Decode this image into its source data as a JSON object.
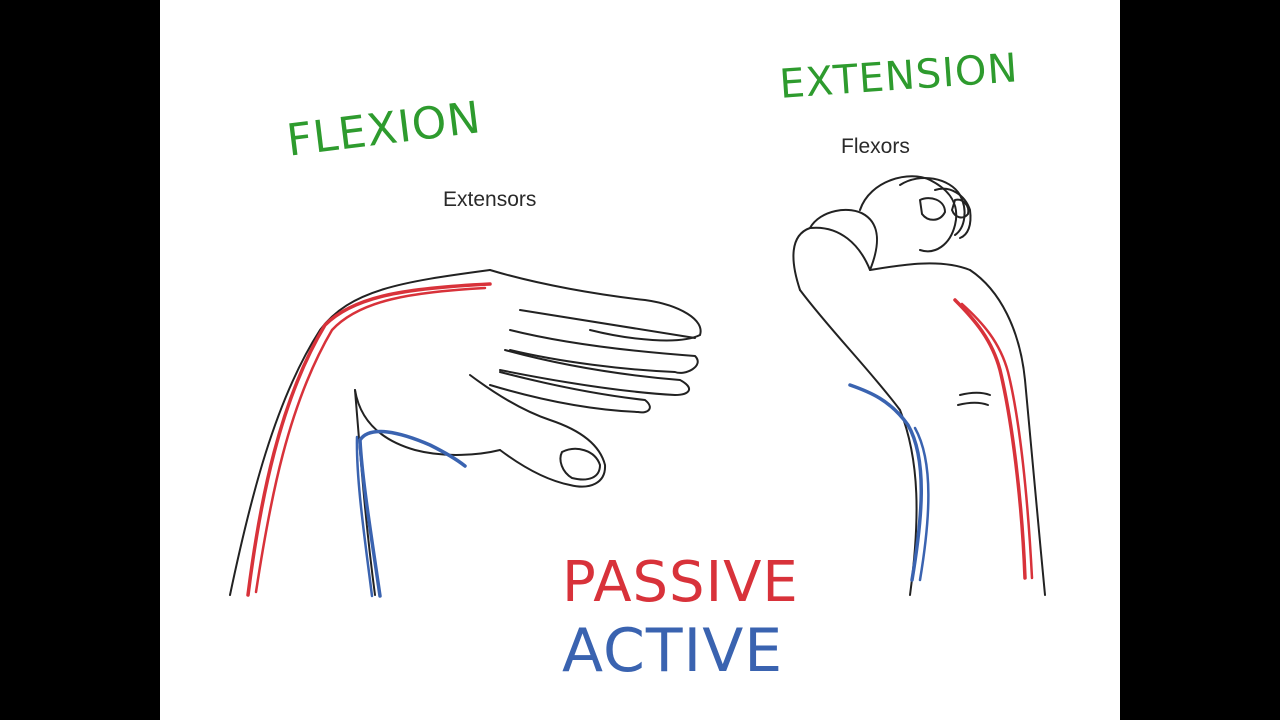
{
  "diagram": {
    "labels": {
      "flexion": "FLEXION",
      "extension": "EXTENSION",
      "extensors": "Extensors",
      "flexors": "Flexors",
      "passive": "PASSIVE",
      "active": "ACTIVE"
    },
    "colors": {
      "background": "#ffffff",
      "letterbox": "#000000",
      "handwriting_green": "#2e9b2e",
      "passive_red": "#d8323a",
      "active_blue": "#3a63b0",
      "line_art": "#222222"
    }
  }
}
